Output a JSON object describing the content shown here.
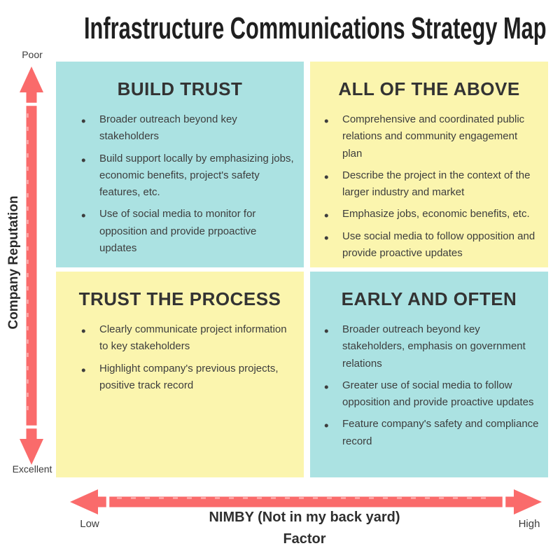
{
  "title": "Infrastructure Communications Strategy Map",
  "colors": {
    "teal": "#abe2e2",
    "yellow": "#fbf5ae",
    "arrow": "#fa6b6b",
    "heading": "#333333",
    "body": "#3d3d3d"
  },
  "y_axis": {
    "title": "Company Reputation",
    "top_label": "Poor",
    "bottom_label": "Excellent"
  },
  "x_axis": {
    "title_line1": "NIMBY (Not in my back yard)",
    "title_line2": "Factor",
    "left_label": "Low",
    "right_label": "High"
  },
  "quadrants": [
    {
      "title": "BUILD TRUST",
      "color": "teal",
      "bullets": [
        "Broader outreach beyond key stakeholders",
        "Build support locally by emphasizing jobs, economic benefits, project's safety features, etc.",
        "Use of social media to monitor for opposition and provide prpoactive updates"
      ]
    },
    {
      "title": "ALL OF THE ABOVE",
      "color": "yellow",
      "bullets": [
        "Comprehensive and coordinated public relations and community engagement plan",
        "Describe the project in the context of the larger industry and market",
        "Emphasize jobs, economic benefits, etc.",
        "Use social media to follow opposition and provide proactive updates"
      ]
    },
    {
      "title": "TRUST THE PROCESS",
      "color": "yellow",
      "bullets": [
        "Clearly communicate project information to key stakeholders",
        "Highlight company's previous projects, positive track record"
      ]
    },
    {
      "title": "EARLY AND OFTEN",
      "color": "teal",
      "bullets": [
        "Broader outreach beyond key stakeholders, emphasis on government relations",
        "Greater use of social media to follow opposition and provide proactive updates",
        "Feature company's safety and compliance record"
      ]
    }
  ]
}
